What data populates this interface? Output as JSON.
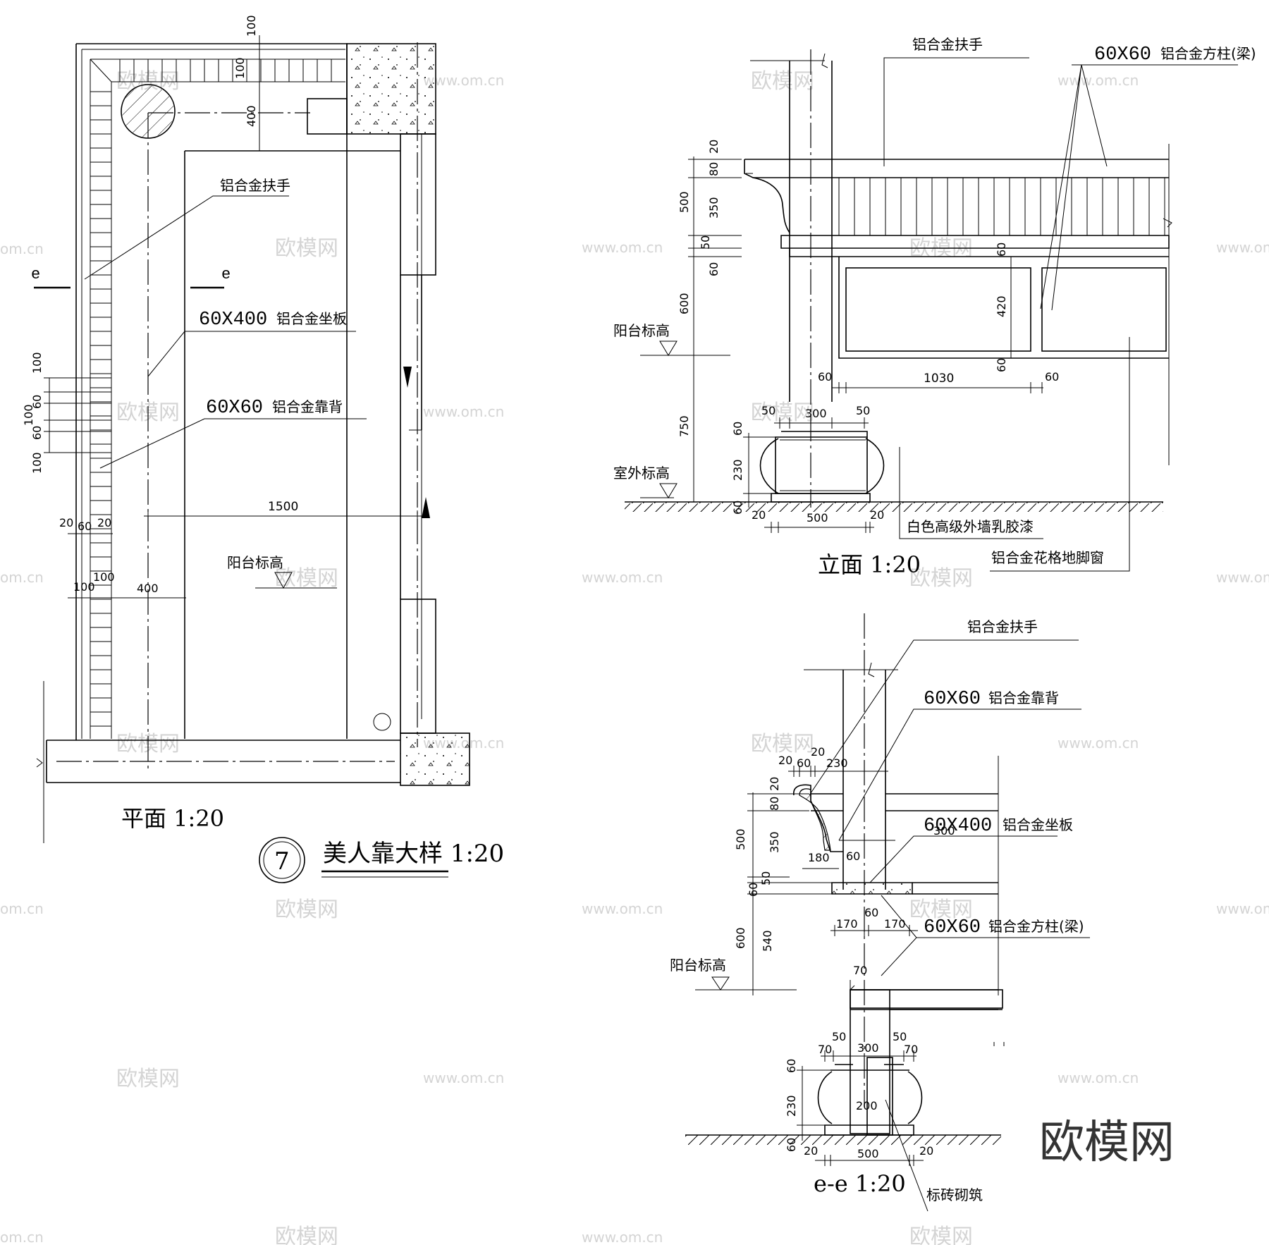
{
  "plan": {
    "title": "平面 1:20",
    "handrail_label": "铝合金扶手",
    "seat_label_size": "60X400",
    "seat_label": "铝合金坐板",
    "back_label_size": "60X60",
    "back_label": "铝合金靠背",
    "level_label": "阳台标高",
    "section_mark_left": "e",
    "section_mark_right": "e",
    "dims": {
      "d100_top": "100",
      "d100_top2": "100",
      "d400": "400",
      "d100_a": "100",
      "d60_a": "60",
      "d100_b": "100",
      "d60_b": "60",
      "d100_c": "100",
      "d20_l": "20",
      "d60_m": "60",
      "d20_r": "20",
      "d100_l": "100",
      "d100_r": "100",
      "d400_b": "400",
      "d1500": "1500"
    }
  },
  "detail": {
    "number": "7",
    "title": "美人靠大样 1:20"
  },
  "elevation": {
    "title": "立面 1:20",
    "handrail_label": "铝合金扶手",
    "column_label_size": "60X60",
    "column_label": "铝合金方柱(梁)",
    "level_label": "阳台标高",
    "outdoor_level_label": "室外标高",
    "paint_label": "白色高级外墙乳胶漆",
    "window_label": "铝合金花格地脚窗",
    "dims": {
      "d20": "20",
      "d80": "80",
      "d500": "500",
      "d350": "350",
      "d50": "50",
      "d60": "60",
      "d600": "600",
      "d750": "750",
      "d60_r": "60",
      "d420": "420",
      "d60_r2": "60",
      "d60_l": "60",
      "d1030": "1030",
      "d60_rr": "60",
      "d50_a": "50",
      "d300": "300",
      "d50_b": "50",
      "d60_b": "60",
      "d230": "230",
      "d60_c": "60",
      "d20_a": "20",
      "d500_b": "500",
      "d20_b": "20"
    }
  },
  "section": {
    "title": "e-e 1:20",
    "handrail_label": "铝合金扶手",
    "back_label_size": "60X60",
    "back_label": "铝合金靠背",
    "seat_label_size": "60X400",
    "seat_label": "铝合金坐板",
    "column_label_size": "60X60",
    "column_label": "铝合金方柱(梁)",
    "level_label": "阳台标高",
    "brick_label": "标砖砌筑",
    "dims": {
      "d20": "20",
      "d60": "60",
      "d20_b": "20",
      "d230": "230",
      "d20_v": "20",
      "d80": "80",
      "d500": "500",
      "d350": "350",
      "d50": "50",
      "d60_v": "60",
      "d600": "600",
      "d540": "540",
      "d300": "300",
      "d180": "180",
      "d60_c": "60",
      "d170_a": "170",
      "d60_m": "60",
      "d170_b": "170",
      "d70": "70",
      "d70_a": "70",
      "d50_a": "50",
      "d300_b": "300",
      "d50_b": "50",
      "d70_b": "70",
      "d60_f": "60",
      "d230_f": "230",
      "d60_g": "60",
      "d200": "200",
      "d20_x": "20",
      "d500_x": "500",
      "d20_y": "20"
    }
  },
  "watermark": {
    "brand": "欧模网",
    "domain": "www.om.cn",
    "domain_short": "om.cn"
  }
}
